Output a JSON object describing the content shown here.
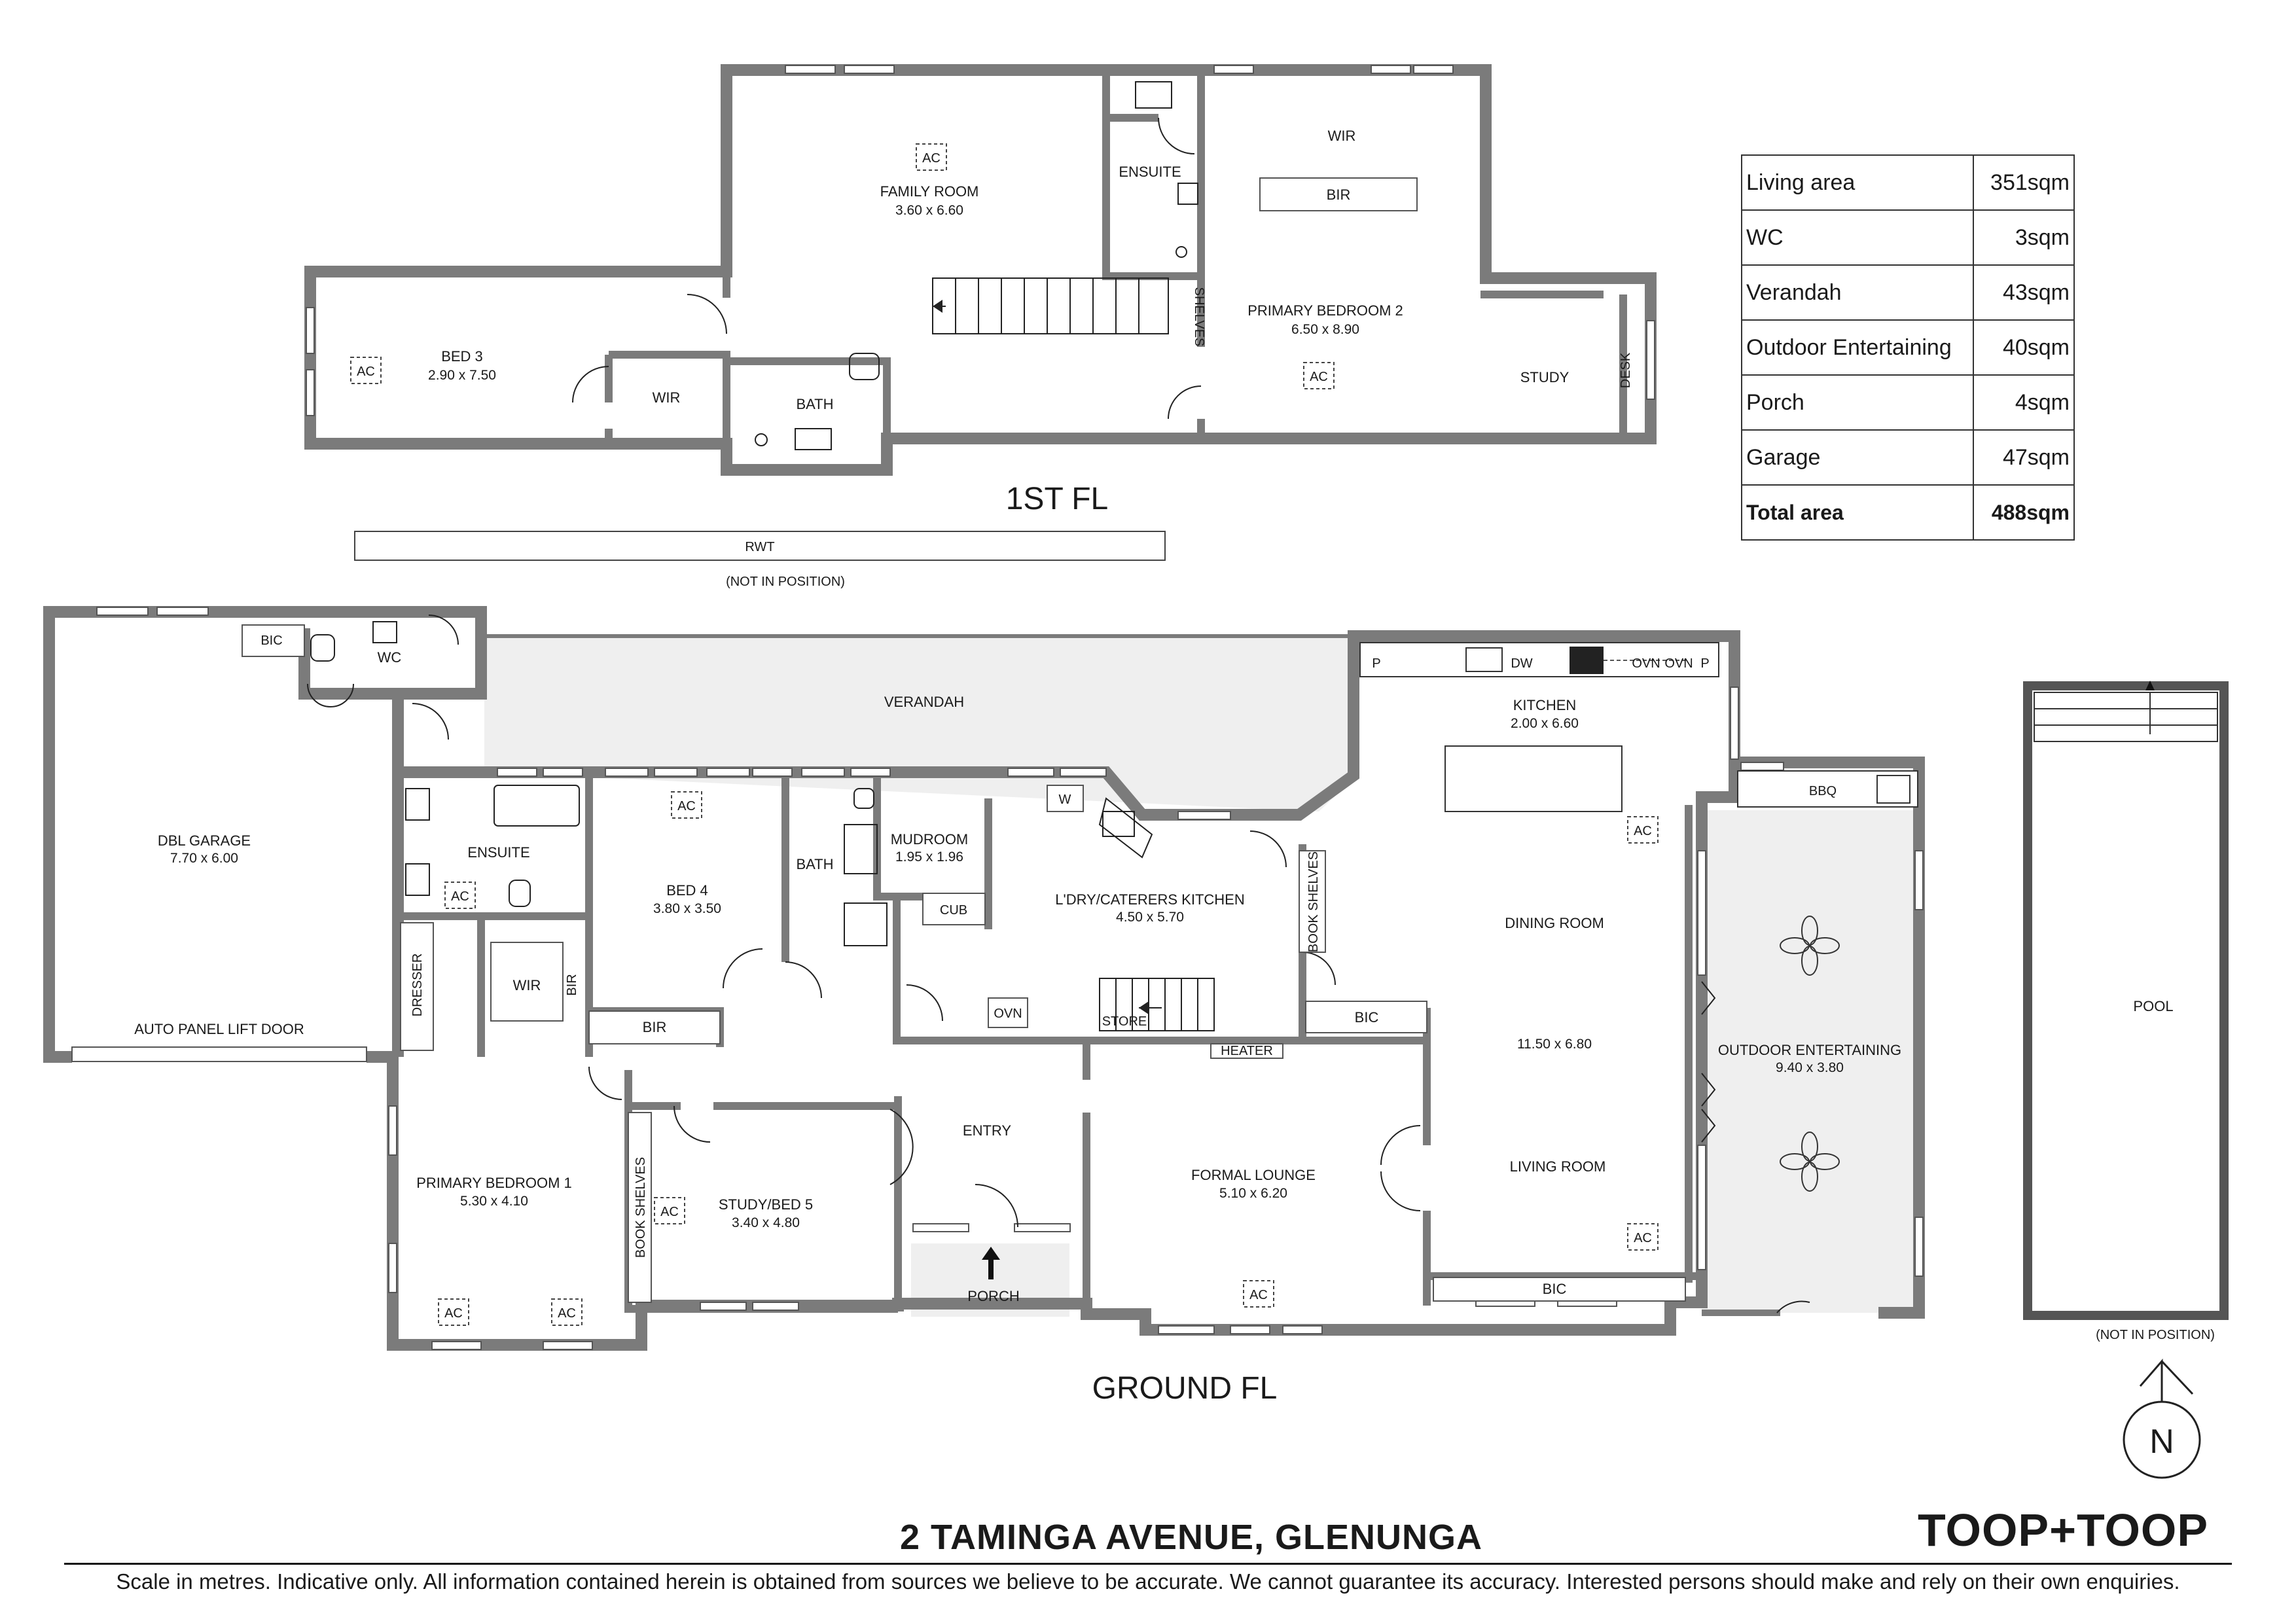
{
  "floors": {
    "first": "1ST FL",
    "ground": "GROUND FL"
  },
  "rooms": {
    "family_room": {
      "name": "FAMILY ROOM",
      "dims": "3.60 x 6.60"
    },
    "bed3": {
      "name": "BED 3",
      "dims": "2.90 x 7.50"
    },
    "primary_bed2": {
      "name": "PRIMARY BEDROOM 2",
      "dims": "6.50 x 8.90"
    },
    "dbl_garage": {
      "name": "DBL GARAGE",
      "dims": "7.70 x 6.00"
    },
    "bed4": {
      "name": "BED 4",
      "dims": "3.80 x 3.50"
    },
    "mudroom": {
      "name": "MUDROOM",
      "dims": "1.95 x 1.96"
    },
    "ldry": {
      "name": "L'DRY/CATERERS KITCHEN",
      "dims": "4.50 x 5.70"
    },
    "kitchen": {
      "name": "KITCHEN",
      "dims": "2.00 x 6.60"
    },
    "dining": {
      "name": "DINING ROOM",
      "dims": "11.50 x 6.80"
    },
    "living": {
      "name": "LIVING ROOM"
    },
    "outdoor": {
      "name": "OUTDOOR ENTERTAINING",
      "dims": "9.40 x 3.80"
    },
    "primary_bed1": {
      "name": "PRIMARY BEDROOM 1",
      "dims": "5.30 x 4.10"
    },
    "study_bed5": {
      "name": "STUDY/BED 5",
      "dims": "3.40 x 4.80"
    },
    "formal_lounge": {
      "name": "FORMAL LOUNGE",
      "dims": "5.10 x 6.20"
    }
  },
  "labels": {
    "ensuite": "ENSUITE",
    "wir": "WIR",
    "bir": "BIR",
    "bath": "BATH",
    "shelves": "SHELVES",
    "study": "STUDY",
    "desk": "DESK",
    "ac": "AC",
    "rwt": "RWT",
    "not_in_position": "(NOT IN POSITION)",
    "bic": "BIC",
    "wc": "WC",
    "verandah": "VERANDAH",
    "auto_door": "AUTO PANEL LIFT DOOR",
    "dresser": "DRESSER",
    "cub": "CUB",
    "w": "W",
    "ovn": "OVN",
    "store": "STORE",
    "heater": "HEATER",
    "book_shelves": "BOOK SHELVES",
    "p": "P",
    "dw": "DW",
    "bbq": "BBQ",
    "entry": "ENTRY",
    "porch": "PORCH",
    "pool": "POOL",
    "north": "N"
  },
  "area_table": [
    {
      "label": "Living area",
      "value": "351sqm"
    },
    {
      "label": "WC",
      "value": "3sqm"
    },
    {
      "label": "Verandah",
      "value": "43sqm"
    },
    {
      "label": "Outdoor Entertaining",
      "value": "40sqm"
    },
    {
      "label": "Porch",
      "value": "4sqm"
    },
    {
      "label": "Garage",
      "value": "47sqm"
    },
    {
      "label": "Total area",
      "value": "488sqm"
    }
  ],
  "address": "2 TAMINGA AVENUE, GLENUNGA",
  "brand": "TOOP+TOOP",
  "disclaimer": "Scale in metres. Indicative only. All information contained herein is obtained from sources we believe to be accurate. We cannot guarantee its accuracy. Interested persons should make and rely on their own enquiries."
}
